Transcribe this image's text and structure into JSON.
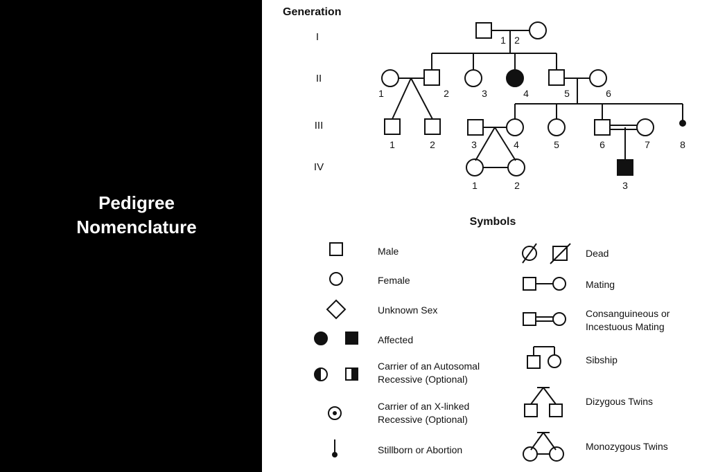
{
  "slide": {
    "title_line1": "Pedigree",
    "title_line2": "Nomenclature"
  },
  "colors": {
    "background": "#000000",
    "title_text": "#ffffff",
    "figure_background": "#ffffff",
    "ink": "#111111"
  },
  "figure": {
    "generation_heading": "Generation",
    "generations": [
      "I",
      "II",
      "III",
      "IV"
    ],
    "individual_numbers": {
      "gen1": [
        "1",
        "2"
      ],
      "gen2": [
        "1",
        "2",
        "3",
        "4",
        "5",
        "6"
      ],
      "gen3": [
        "1",
        "2",
        "3",
        "4",
        "5",
        "6",
        "7",
        "8"
      ],
      "gen4": [
        "1",
        "2",
        "3"
      ]
    },
    "symbols_heading": "Symbols",
    "legend_left": [
      {
        "label": "Male",
        "icon": "square-icon"
      },
      {
        "label": "Female",
        "icon": "circle-icon"
      },
      {
        "label": "Unknown Sex",
        "icon": "diamond-icon"
      },
      {
        "label": "Affected",
        "icon": "filled-circle-and-square-icon"
      },
      {
        "label": "Carrier of an Autosomal Recessive (Optional)",
        "icon": "half-filled-circle-and-square-icon"
      },
      {
        "label": "Carrier of an X-linked Recessive (Optional)",
        "icon": "dotted-circle-icon"
      },
      {
        "label": "Stillborn or Abortion",
        "icon": "stillborn-icon"
      }
    ],
    "legend_right": [
      {
        "label": "Dead",
        "icon": "slashed-circle-and-square-icon"
      },
      {
        "label": "Mating",
        "icon": "mating-line-icon"
      },
      {
        "label": "Consanguineous or Incestuous Mating",
        "icon": "double-mating-line-icon"
      },
      {
        "label": "Sibship",
        "icon": "sibship-icon"
      },
      {
        "label": "Dizygous Twins",
        "icon": "dizygous-twins-icon"
      },
      {
        "label": "Monozygous Twins",
        "icon": "monozygous-twins-icon"
      }
    ]
  }
}
